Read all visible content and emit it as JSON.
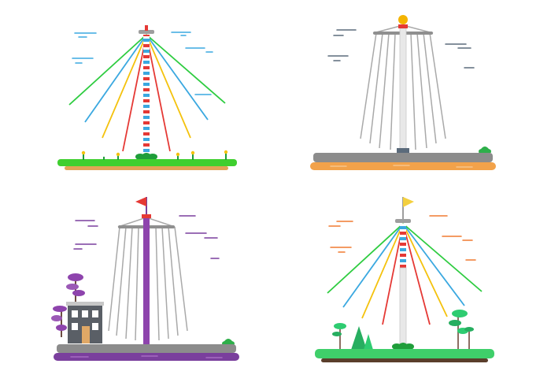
{
  "scene": {
    "background": "#ffffff",
    "ribbon_colors": [
      "#2ecc40",
      "#3aa8e0",
      "#f4c20d",
      "#e53935"
    ],
    "streamer_color": "#a9a9a9",
    "panels": [
      {
        "id": "maypole-ribbons-grass",
        "pole": "striped-red-blue-white",
        "top": "grey-cap",
        "ground": "grass-with-flowers",
        "accent": "#3aa8e0"
      },
      {
        "id": "maypole-grey-streamers",
        "pole": "white",
        "top": "gold-ball",
        "ground": "stone-on-sand",
        "accent": "#5b6b7b"
      },
      {
        "id": "maypole-purple-house",
        "pole": "purple",
        "top": "red-flag",
        "ground": "stone-on-purple",
        "accent": "#7a3f9d"
      },
      {
        "id": "maypole-ribbons-trees",
        "pole": "striped-red-blue-white",
        "top": "yellow-flag",
        "ground": "grass-with-trees",
        "accent": "#f07a30"
      }
    ]
  }
}
